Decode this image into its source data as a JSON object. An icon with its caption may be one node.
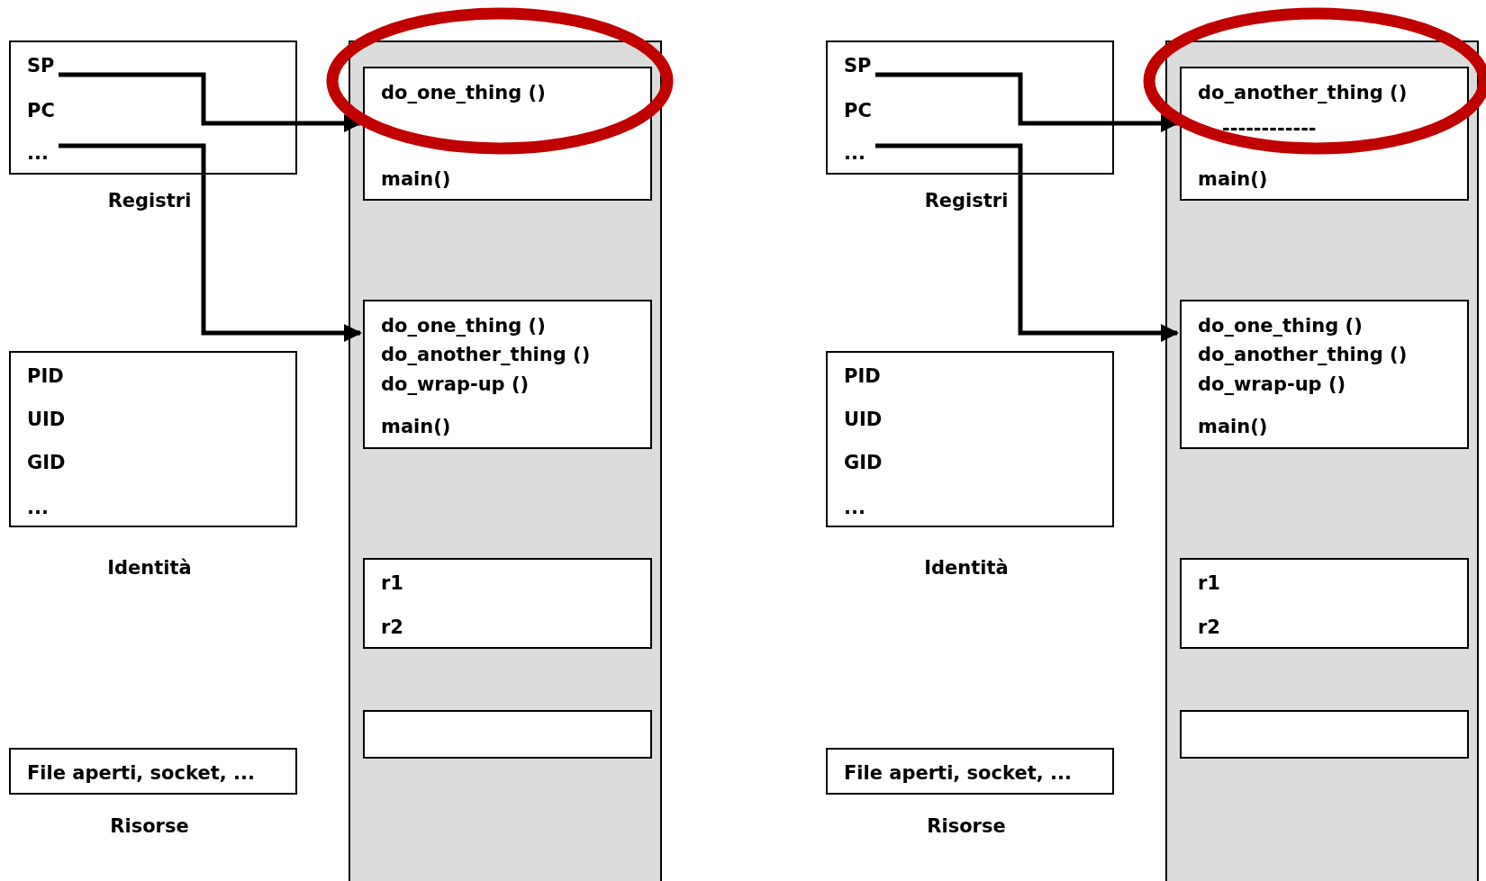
{
  "diagram": {
    "nodes": [
      {
        "text": [
          "SP",
          "PC",
          "..."
        ],
        "beside": [
          "Registri"
        ]
      },
      {
        "text": [
          "PID",
          "UID",
          "GID",
          "..."
        ],
        "beside": [
          "Identità"
        ]
      },
      {
        "text": [
          "File aperti, socket, ..."
        ],
        "beside": [
          "Risorse"
        ]
      },
      {
        "text": [],
        "shape": "box"
      },
      {
        "text": [
          "do_one_thing ()",
          "main()"
        ],
        "in": 3
      },
      {
        "text": [
          "do_one_thing ()",
          "do_another_thing ()",
          "do_wrap-up ()",
          "main()"
        ],
        "in": 3
      },
      {
        "text": [
          "r1",
          "r2"
        ],
        "in": 3
      },
      {
        "text": [],
        "shape": "box",
        "in": 3
      },
      {
        "text": [
          "SP",
          "PC",
          "..."
        ],
        "beside": [
          "Registri"
        ]
      },
      {
        "text": [
          "PID",
          "UID",
          "GID",
          "..."
        ],
        "beside": [
          "Identità"
        ]
      },
      {
        "text": [
          "File aperti, socket, ..."
        ],
        "beside": [
          "Risorse"
        ]
      },
      {
        "text": [],
        "shape": "box"
      },
      {
        "text": [
          "do_another_thing ()",
          "------------",
          "main()"
        ],
        "in": 11
      },
      {
        "text": [
          "do_one_thing ()",
          "do_another_thing ()",
          "do_wrap-up ()",
          "main()"
        ],
        "in": 11
      },
      {
        "text": [
          "r1",
          "r2"
        ],
        "in": 11
      },
      {
        "text": [],
        "shape": "box",
        "in": 11
      }
    ],
    "edges": [
      {
        "from": 0,
        "to": 4,
        "arrow": "to"
      },
      {
        "from": 0,
        "to": 5,
        "arrow": "to"
      },
      {
        "from": 8,
        "to": 12,
        "arrow": "to"
      },
      {
        "from": 8,
        "to": 13,
        "arrow": "to"
      }
    ]
  }
}
